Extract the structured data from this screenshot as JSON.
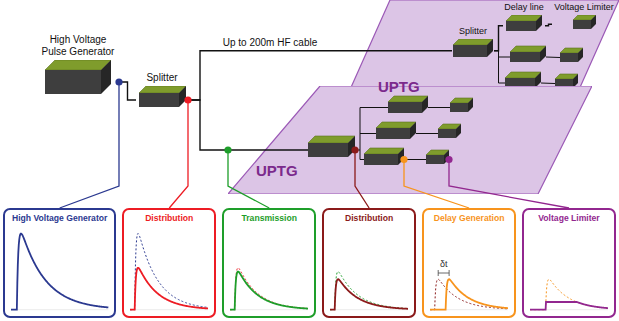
{
  "diagram": {
    "nodes": [
      {
        "text": [
          "High Voltage Pulse Generator"
        ]
      },
      {
        "text": [
          "Splitter"
        ]
      },
      {
        "text": [
          "UPTG"
        ]
      },
      {
        "text": [
          "Splitter"
        ],
        "in": 2
      },
      {
        "text": [
          "Delay line"
        ],
        "in": 2
      },
      {
        "text": [
          "Voltage Limiter"
        ],
        "in": 2
      },
      {
        "text": [
          "UPTG"
        ]
      },
      {
        "text": [
          "High Voltage Generator"
        ]
      },
      {
        "text": [
          "Distribution"
        ]
      },
      {
        "text": [
          "Transmission"
        ]
      },
      {
        "text": [
          "Distribution"
        ]
      },
      {
        "text": [
          "Delay Generation"
        ]
      },
      {
        "text": [
          "Voltage Limiter"
        ]
      }
    ],
    "edges": [
      {
        "from": 0,
        "to": 1,
        "arrow": "none"
      },
      {
        "from": 1,
        "to": 2,
        "label": "Up to 200m HF cable",
        "arrow": "none"
      },
      {
        "from": 1,
        "to": 6,
        "arrow": "none"
      },
      {
        "from": 3,
        "to": 4,
        "arrow": "none"
      },
      {
        "from": 4,
        "to": 5,
        "arrow": "none"
      }
    ],
    "labels": [
      "δt"
    ]
  }
}
